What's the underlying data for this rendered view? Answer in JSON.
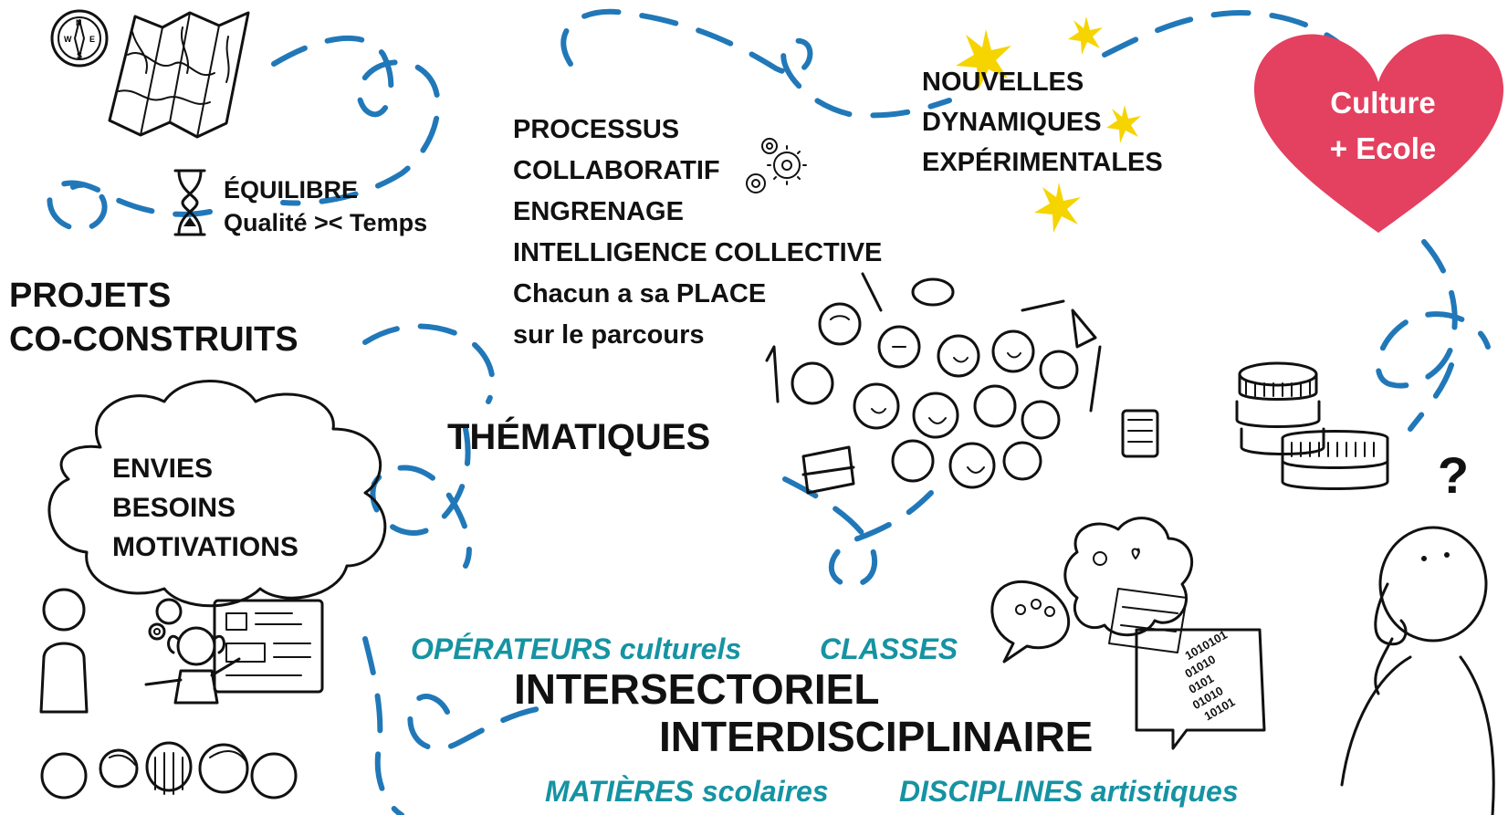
{
  "colors": {
    "path_dashes": "#2178b8",
    "heart": "#e4405f",
    "stars": "#f6d400",
    "teal_text": "#1593a3",
    "ink": "#111111"
  },
  "icons": [
    "compass-icon",
    "folded-map-icon",
    "hourglass-icon",
    "gears-icon",
    "sparkle-stars-icon",
    "heart-icon",
    "crowd-illustration",
    "thought-cloud-icon",
    "coin-stack-icon",
    "question-mark-icon",
    "thinking-person-icon",
    "teacher-board-illustration",
    "audience-heads-illustration",
    "speech-bubbles-icon"
  ],
  "labels": {
    "equilibre": "ÉQUILIBRE",
    "qualite_temps": "Qualité >< Temps",
    "projets": "PROJETS",
    "co_construits": "CO-CONSTRUITS",
    "processus": [
      "PROCESSUS",
      "COLLABORATIF",
      "ENGRENAGE",
      "INTELLIGENCE COLLECTIVE",
      "Chacun a sa PLACE",
      "sur le parcours"
    ],
    "nouvelles": [
      "NOUVELLES",
      "DYNAMIQUES",
      "EXPÉRIMENTALES"
    ],
    "heart": [
      "Culture",
      "+ Ecole"
    ],
    "thematiques": "THÉMATIQUES",
    "cloud": [
      "ENVIES",
      "BESOINS",
      "MOTIVATIONS"
    ],
    "operateurs": "OPÉRATEURS culturels",
    "classes": "CLASSES",
    "intersectoriel": "INTERSECTORIEL",
    "interdisciplinaire": "INTERDISCIPLINAIRE",
    "matieres": "MATIÈRES scolaires",
    "disciplines": "DISCIPLINES artistiques",
    "question_mark": "?",
    "binary": [
      "1010101",
      "01010",
      "0101",
      "01010",
      "10101"
    ]
  }
}
